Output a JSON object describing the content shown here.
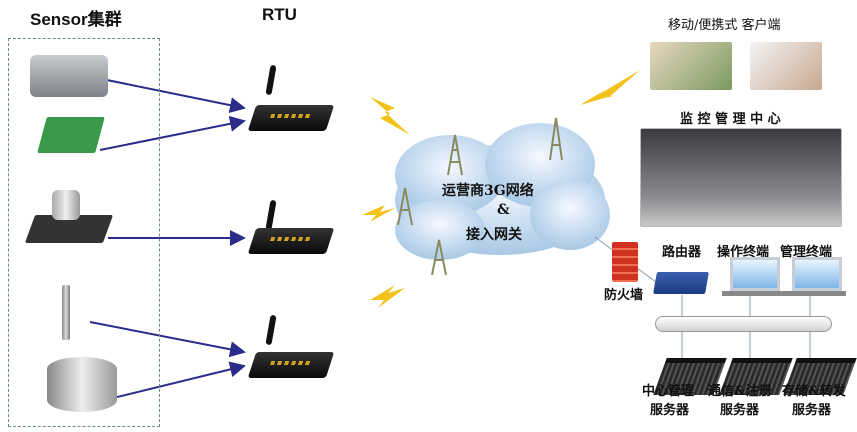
{
  "headers": {
    "sensor_group": "Sensor集群",
    "rtu": "RTU"
  },
  "cloud": {
    "line1": "运营商3G网络",
    "line2": "&",
    "line3": "接入网关"
  },
  "mobile_clients": "移动/便携式 客户端",
  "monitor_center": "监 控 管 理 中 心",
  "firewall": "防火墙",
  "lan": {
    "router": "路由器",
    "operator_terminal": "操作终端",
    "admin_terminal": "管理终端"
  },
  "servers": [
    {
      "line1": "中心管理",
      "line2": "服务器"
    },
    {
      "line1": "通信&注册",
      "line2": "服务器"
    },
    {
      "line1": "存储&转发",
      "line2": "服务器"
    }
  ],
  "colors": {
    "arrow": "#2b2b8a",
    "lightning": "#f2c21a",
    "cloud": "#bcd6ee"
  }
}
